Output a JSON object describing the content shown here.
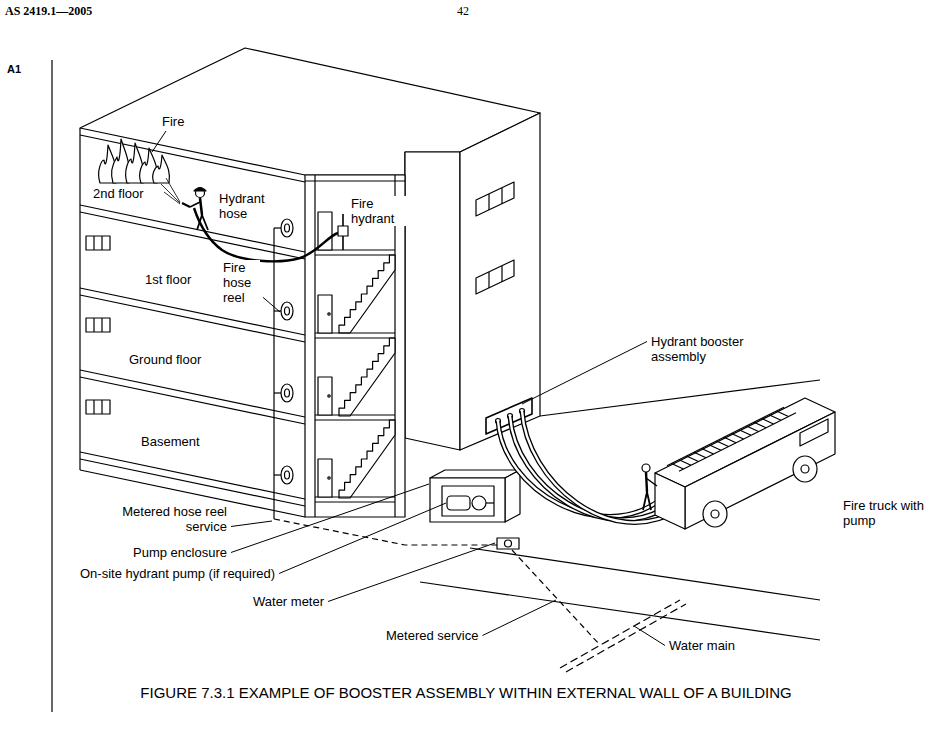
{
  "diagram": {
    "caption": "FIGURE 7.3.1 EXAMPLE OF BOOSTER ASSEMBLY WITHIN EXTERNAL WALL OF A BUILDING",
    "labels": [
      "AS 2419.1—2005",
      "42",
      "A1",
      "Fire",
      "2nd floor",
      "Hydrant hose",
      "Fire hydrant",
      "1st floor",
      "Fire hose reel",
      "Ground floor",
      "Hydrant booster assembly",
      "Basement",
      "Metered hose reel service",
      "Pump enclosure",
      "On-site hydrant pump (if required)",
      "Water meter",
      "Metered service",
      "Water main",
      "Fire truck with pump"
    ]
  }
}
